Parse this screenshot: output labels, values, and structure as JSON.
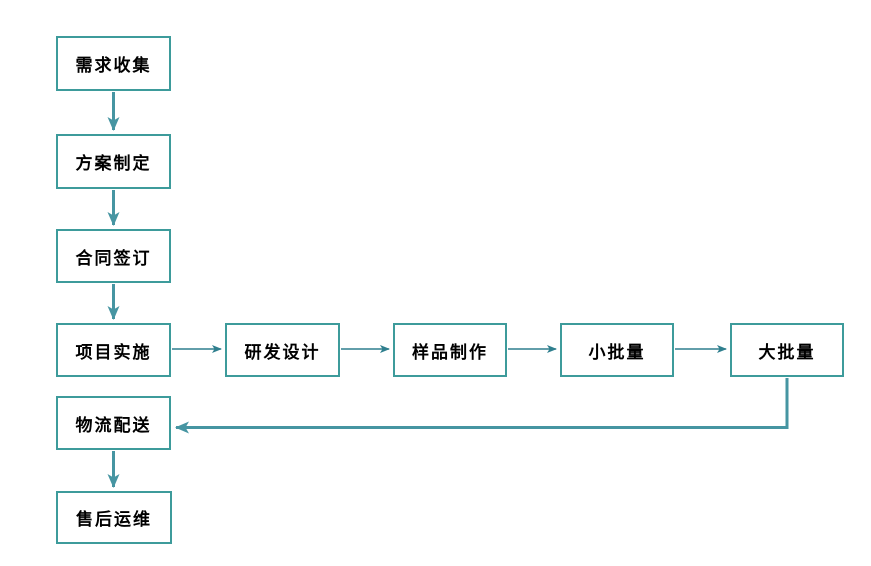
{
  "diagram": {
    "type": "flowchart",
    "nodes": {
      "requirements": {
        "label": "需求收集"
      },
      "plan": {
        "label": "方案制定"
      },
      "contract": {
        "label": "合同签订"
      },
      "project": {
        "label": "项目实施"
      },
      "rd_design": {
        "label": "研发设计"
      },
      "sample": {
        "label": "样品制作"
      },
      "small_batch": {
        "label": "小批量"
      },
      "large_batch": {
        "label": "大批量"
      },
      "logistics": {
        "label": "物流配送"
      },
      "aftersales": {
        "label": "售后运维"
      }
    },
    "flow": [
      "需求收集 → 方案制定",
      "方案制定 → 合同签订",
      "合同签订 → 项目实施",
      "项目实施 → 研发设计",
      "研发设计 → 样品制作",
      "样品制作 → 小批量",
      "小批量 → 大批量",
      "大批量 → 物流配送",
      "物流配送 → 售后运维"
    ],
    "colors": {
      "box_border": "#3D9B9B",
      "box_fill": "#FFFFFF",
      "arrow_thick": "#4695A2",
      "arrow_thin": "#2F7F8E",
      "text": "#000000",
      "background": "#FFFFFF"
    }
  }
}
